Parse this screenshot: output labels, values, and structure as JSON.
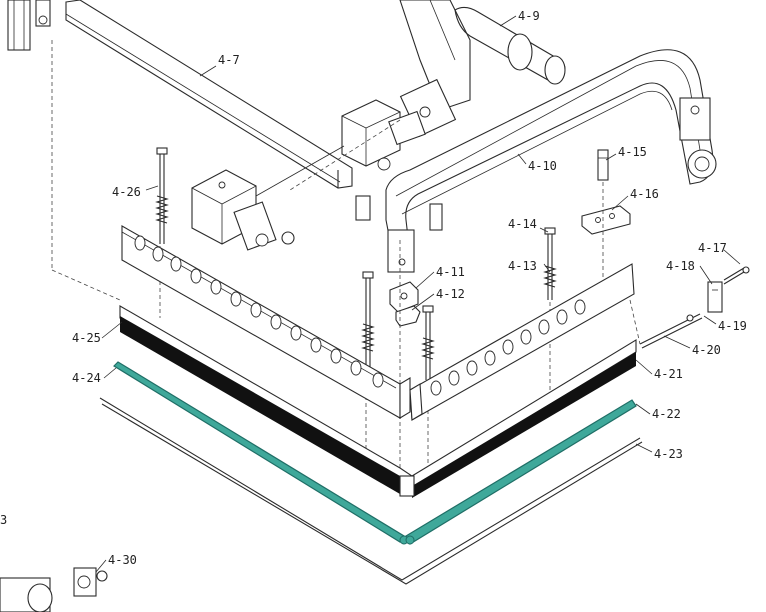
{
  "colors": {
    "line": "#2b2b2b",
    "highlight_fill": "#3fa89a",
    "highlight_stroke": "#1f6e66",
    "seal_black": "#111111",
    "background": "#ffffff"
  },
  "callouts": {
    "c4_7": "4-7",
    "c4_9": "4-9",
    "c4_10": "4-10",
    "c4_11": "4-11",
    "c4_12": "4-12",
    "c4_13": "4-13",
    "c4_14": "4-14",
    "c4_15": "4-15",
    "c4_16": "4-16",
    "c4_17": "4-17",
    "c4_18": "4-18",
    "c4_19": "4-19",
    "c4_20": "4-20",
    "c4_21": "4-21",
    "c4_22": "4-22",
    "c4_23": "4-23",
    "c4_24": "4-24",
    "c4_25": "4-25",
    "c4_26": "4-26",
    "c4_30": "4-30",
    "edge_mark": "3"
  }
}
